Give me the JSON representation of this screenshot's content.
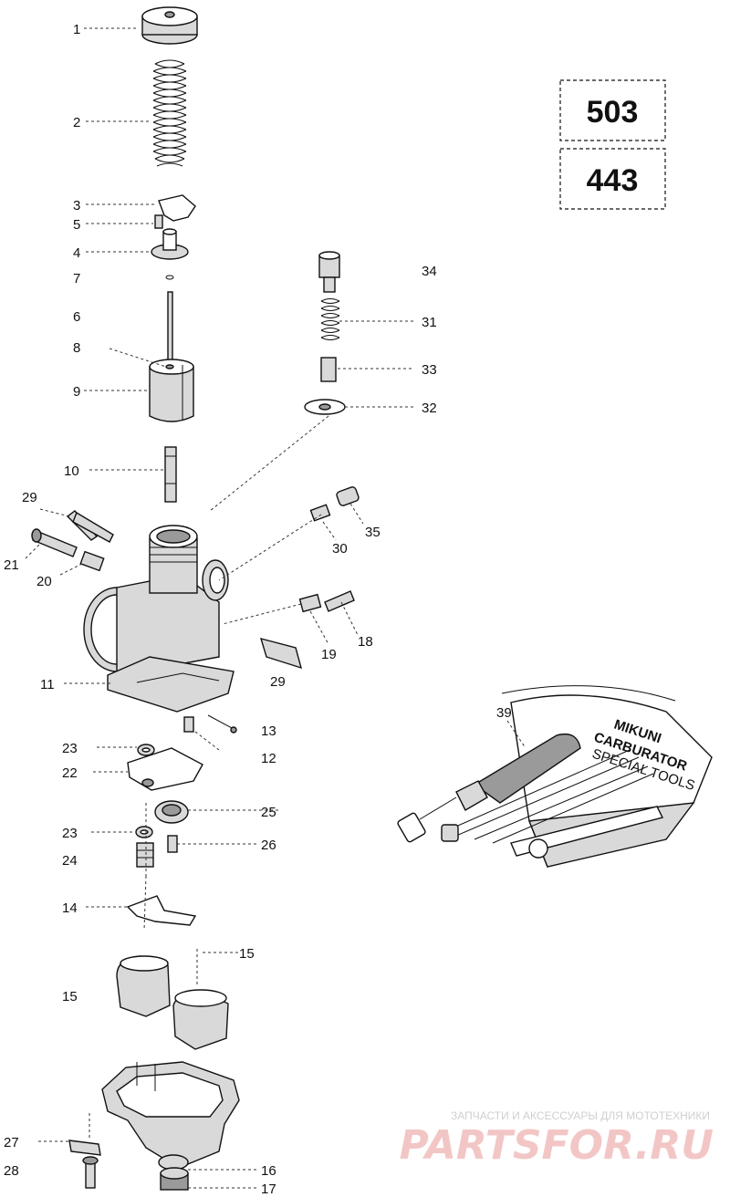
{
  "models": [
    "503",
    "443"
  ],
  "callouts": [
    {
      "id": "c1",
      "text": "1"
    },
    {
      "id": "c2",
      "text": "2"
    },
    {
      "id": "c3",
      "text": "3"
    },
    {
      "id": "c5",
      "text": "5"
    },
    {
      "id": "c4",
      "text": "4"
    },
    {
      "id": "c7",
      "text": "7"
    },
    {
      "id": "c6",
      "text": "6"
    },
    {
      "id": "c8",
      "text": "8"
    },
    {
      "id": "c9",
      "text": "9"
    },
    {
      "id": "c10",
      "text": "10"
    },
    {
      "id": "c29a",
      "text": "29"
    },
    {
      "id": "c21",
      "text": "21"
    },
    {
      "id": "c20",
      "text": "20"
    },
    {
      "id": "c11",
      "text": "11"
    },
    {
      "id": "c23a",
      "text": "23"
    },
    {
      "id": "c22",
      "text": "22"
    },
    {
      "id": "c23b",
      "text": "23"
    },
    {
      "id": "c24",
      "text": "24"
    },
    {
      "id": "c14",
      "text": "14"
    },
    {
      "id": "c15a",
      "text": "15"
    },
    {
      "id": "c15b",
      "text": "15"
    },
    {
      "id": "c27",
      "text": "27"
    },
    {
      "id": "c28",
      "text": "28"
    },
    {
      "id": "c34",
      "text": "34"
    },
    {
      "id": "c31",
      "text": "31"
    },
    {
      "id": "c33",
      "text": "33"
    },
    {
      "id": "c32",
      "text": "32"
    },
    {
      "id": "c35",
      "text": "35"
    },
    {
      "id": "c30",
      "text": "30"
    },
    {
      "id": "c18",
      "text": "18"
    },
    {
      "id": "c19",
      "text": "19"
    },
    {
      "id": "c29b",
      "text": "29"
    },
    {
      "id": "c13",
      "text": "13"
    },
    {
      "id": "c12",
      "text": "12"
    },
    {
      "id": "c25",
      "text": "25"
    },
    {
      "id": "c26",
      "text": "26"
    },
    {
      "id": "c16",
      "text": "16"
    },
    {
      "id": "c17",
      "text": "17"
    },
    {
      "id": "c39",
      "text": "39"
    }
  ],
  "toolkit": {
    "brand": "MIKUNI",
    "line1": "CARBURATOR",
    "line2": "SPECIAL TOOLS"
  },
  "watermark": {
    "tagline": "ЗАПЧАСТИ И АКСЕССУАРЫ ДЛЯ МОТОТЕХНИКИ",
    "site": "PARTSFOR.RU"
  }
}
